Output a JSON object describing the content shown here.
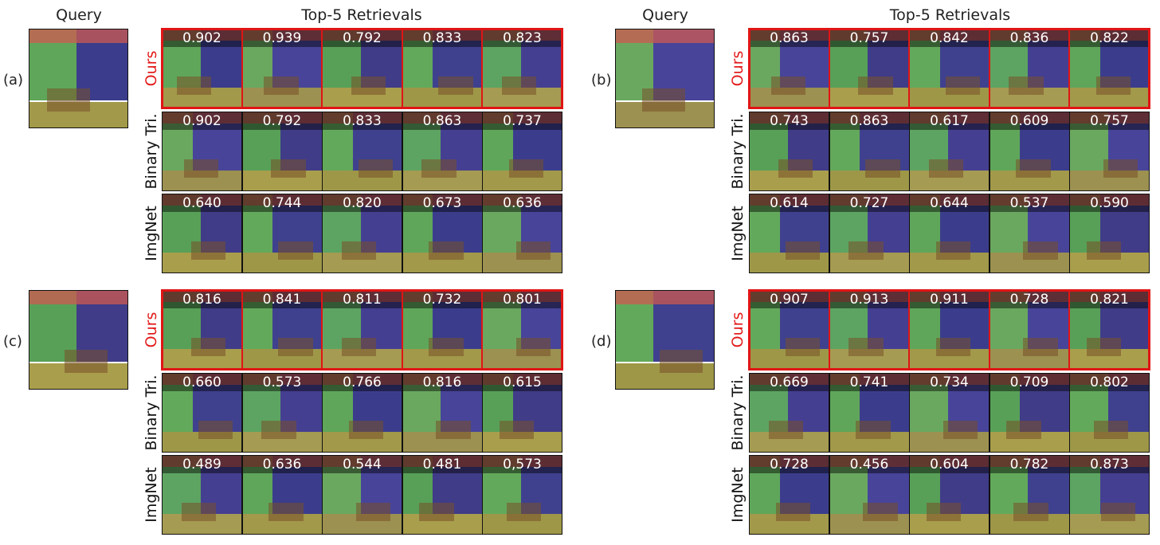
{
  "headers": {
    "query": "Query",
    "top5": "Top-5 Retrievals"
  },
  "row_labels": [
    "Ours",
    "Binary Tri.",
    "ImgNet"
  ],
  "panels": [
    {
      "label": "(a)",
      "rows": [
        [
          "0.902",
          "0.939",
          "0.792",
          "0.833",
          "0.823"
        ],
        [
          "0.902",
          "0.792",
          "0.833",
          "0.863",
          "0.737"
        ],
        [
          "0.640",
          "0.744",
          "0.820",
          "0.673",
          "0.636"
        ]
      ]
    },
    {
      "label": "(b)",
      "rows": [
        [
          "0.863",
          "0.757",
          "0.842",
          "0.836",
          "0.822"
        ],
        [
          "0.743",
          "0.863",
          "0.617",
          "0.609",
          "0.757"
        ],
        [
          "0.614",
          "0.727",
          "0.644",
          "0.537",
          "0.590"
        ]
      ]
    },
    {
      "label": "(c)",
      "rows": [
        [
          "0.816",
          "0.841",
          "0.811",
          "0.732",
          "0.801"
        ],
        [
          "0.660",
          "0.573",
          "0.766",
          "0.816",
          "0.615"
        ],
        [
          "0.489",
          "0.636",
          "0.544",
          "0.481",
          "0,573"
        ]
      ]
    },
    {
      "label": "(d)",
      "rows": [
        [
          "0.907",
          "0.913",
          "0.911",
          "0.728",
          "0.821"
        ],
        [
          "0.669",
          "0.741",
          "0.734",
          "0.709",
          "0.802"
        ],
        [
          "0.728",
          "0.456",
          "0.604",
          "0.782",
          "0.873"
        ]
      ]
    }
  ]
}
